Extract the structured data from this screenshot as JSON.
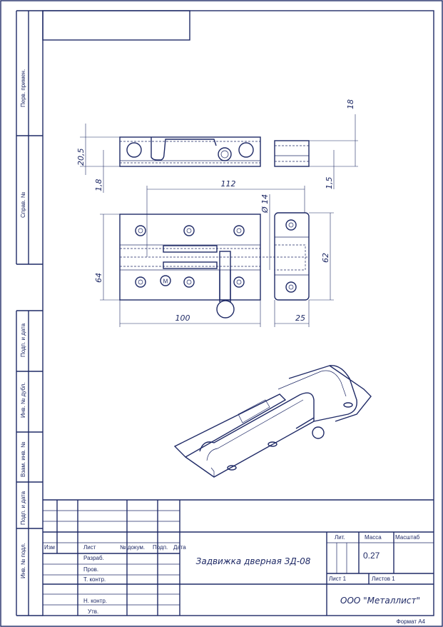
{
  "side_labels": [
    "Перв. примен.",
    "Справ. №",
    "Подп. и дата",
    "Инв. № дубл.",
    "Взам. инв. №",
    "Подп. и дата",
    "Инв. № подл."
  ],
  "dimensions": {
    "height_side": "20,5",
    "thickness_side": "1,8",
    "keeper_height": "18",
    "keeper_thickness": "1,5",
    "length_bolt": "112",
    "diameter": "Ø 14",
    "plate_height": "64",
    "keeper_width_h": "62",
    "plate_length": "100",
    "keeper_width": "25"
  },
  "mark": "M",
  "title_block": {
    "col_headers": {
      "izm": "Изм",
      "list": "Лист",
      "doc": "№ докум.",
      "sign": "Подп.",
      "date": "Дата"
    },
    "roles": [
      "Разраб.",
      "Пров.",
      "Т. контр.",
      "Н. контр.",
      "Утв."
    ],
    "title": "Задвижка дверная ЗД-08",
    "lit_label": "Лит.",
    "mass_label": "Масса",
    "scale_label": "Масштаб",
    "mass_value": "0.27",
    "sheet": "Лист 1",
    "sheets": "Листов 1",
    "company": "ООО \"Металлист\"",
    "format": "Формат А4"
  }
}
